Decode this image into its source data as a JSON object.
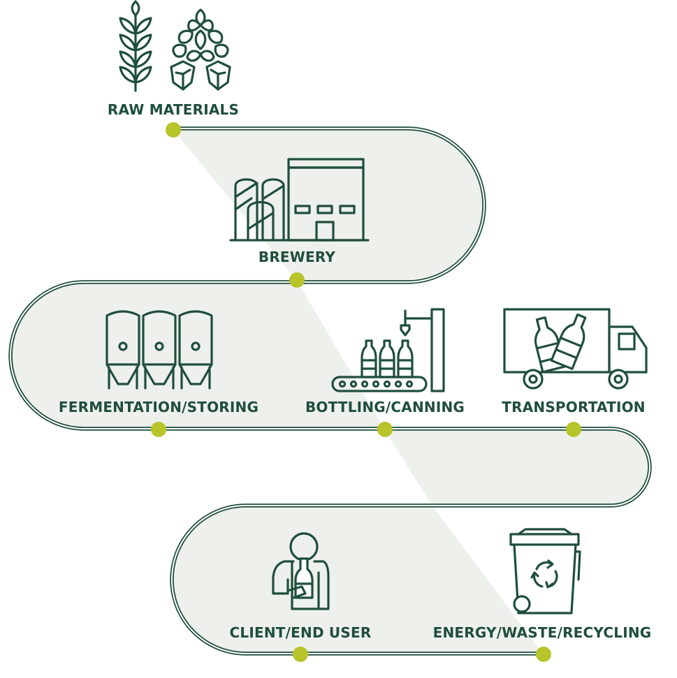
{
  "colors": {
    "text": "#1f4e3d",
    "line": "#1f4e3d",
    "dot": "#b7c42a",
    "shade": "#eef0ec"
  },
  "stages": [
    {
      "id": "raw-materials",
      "label": "RAW MATERIALS",
      "icon": "wheat-and-hops-icon"
    },
    {
      "id": "brewery",
      "label": "BREWERY",
      "icon": "brewery-building-icon"
    },
    {
      "id": "fermentation-storing",
      "label": "FERMENTATION/STORING",
      "icon": "fermentation-tanks-icon"
    },
    {
      "id": "bottling-canning",
      "label": "BOTTLING/CANNING",
      "icon": "bottling-line-icon"
    },
    {
      "id": "transportation",
      "label": "TRANSPORTATION",
      "icon": "delivery-truck-icon"
    },
    {
      "id": "client-end-user",
      "label": "CLIENT/END USER",
      "icon": "person-with-bottle-icon"
    },
    {
      "id": "energy-waste-recycling",
      "label": "ENERGY/WASTE/RECYCLING",
      "icon": "recycling-bin-icon"
    }
  ]
}
